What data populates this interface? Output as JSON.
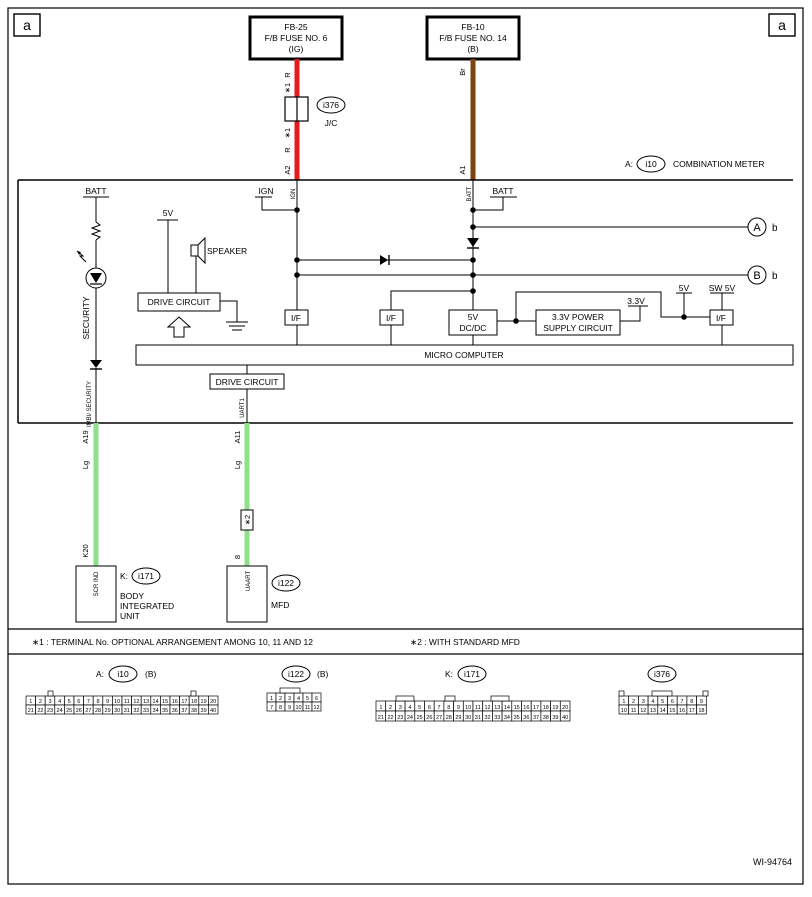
{
  "corner": {
    "left": "a",
    "right": "a"
  },
  "fuses": {
    "fb25": {
      "id": "FB-25",
      "name": "F/B FUSE NO. 6",
      "supply": "(IG)"
    },
    "fb10": {
      "id": "FB-10",
      "name": "F/B FUSE NO. 14",
      "supply": "(B)"
    }
  },
  "wire_colors": {
    "red": "#e8191c",
    "brown": "#7b4212",
    "light_green": "#8fe08a"
  },
  "wire_labels": {
    "r_top": "R",
    "star1_top": "∗1",
    "star1_bottom": "∗1",
    "r_bottom": "R",
    "a2": "A2",
    "br": "Br",
    "a1": "A1",
    "a19": "A19",
    "lg_left": "Lg",
    "k20": "K20",
    "a11": "A11",
    "lg_mid": "Lg",
    "star2": "∗2",
    "pin8": "8"
  },
  "junction": {
    "id": "i376",
    "name": "J/C"
  },
  "meter": {
    "prefix": "A:",
    "id": "i10",
    "name": "COMBINATION METER"
  },
  "internal": {
    "batt_left": "BATT",
    "batt_right": "BATT",
    "ign": "IGN",
    "ign_pin": "IGN",
    "batt_pin": "BATT",
    "v5_left": "5V",
    "speaker": "SPEAKER",
    "drive_circuit": "DRIVE CIRCUIT",
    "drive_circuit2": "DRIVE CIRCUIT",
    "security": "SECURITY",
    "imbi_security": "IMBI/ SECURITY",
    "uart1": "UART1",
    "if_label": "I/F",
    "dcdc_1": "5V",
    "dcdc_2": "DC/DC",
    "psu_1": "3.3V POWER",
    "psu_2": "SUPPLY CIRCUIT",
    "v33": "3.3V",
    "v5_right": "5V",
    "sw5v": "SW 5V",
    "micro": "MICRO COMPUTER",
    "conn_a": "A",
    "conn_b": "B",
    "b_label_1": "b",
    "b_label_2": "b"
  },
  "bottom_units": {
    "biu": {
      "pin": "SCR IND",
      "prefix": "K:",
      "id": "i171",
      "name_1": "BODY",
      "name_2": "INTEGRATED",
      "name_3": "UNIT"
    },
    "mfd": {
      "pin": "UAART",
      "id": "i122",
      "name": "MFD"
    }
  },
  "notes": {
    "n1": "∗1  : TERMINAL No. OPTIONAL ARRANGEMENT AMONG 10, 11 AND 12",
    "n2": "∗2  : WITH STANDARD MFD"
  },
  "connectors": {
    "i10": {
      "prefix": "A:",
      "id": "i10",
      "suffix": "(B)",
      "row1": [
        "1",
        "2",
        "3",
        "4",
        "5",
        "6",
        "7",
        "8",
        "9",
        "10",
        "11",
        "12",
        "13",
        "14",
        "15",
        "16",
        "17",
        "18",
        "19",
        "20"
      ],
      "row2": [
        "21",
        "22",
        "23",
        "24",
        "25",
        "26",
        "27",
        "28",
        "29",
        "30",
        "31",
        "32",
        "33",
        "34",
        "35",
        "36",
        "37",
        "38",
        "39",
        "40"
      ]
    },
    "i122": {
      "id": "i122",
      "suffix": "(B)",
      "row1": [
        "1",
        "2",
        "3",
        "4",
        "5",
        "6"
      ],
      "row2": [
        "7",
        "8",
        "9",
        "10",
        "11",
        "12"
      ]
    },
    "i171": {
      "prefix": "K:",
      "id": "i171",
      "row1": [
        "1",
        "2",
        "3",
        "4",
        "5",
        "6",
        "7",
        "8",
        "9",
        "10",
        "11",
        "12",
        "13",
        "14",
        "15",
        "16",
        "17",
        "18",
        "19",
        "20"
      ],
      "row2": [
        "21",
        "22",
        "23",
        "24",
        "25",
        "26",
        "27",
        "28",
        "29",
        "30",
        "31",
        "32",
        "33",
        "34",
        "35",
        "36",
        "37",
        "38",
        "39",
        "40"
      ]
    },
    "i376": {
      "id": "i376",
      "row1": [
        "1",
        "2",
        "3",
        "4",
        "5",
        "6",
        "7",
        "8",
        "9"
      ],
      "row2": [
        "10",
        "11",
        "12",
        "13",
        "14",
        "15",
        "16",
        "17",
        "18"
      ]
    }
  },
  "figure_code": "WI-94764"
}
